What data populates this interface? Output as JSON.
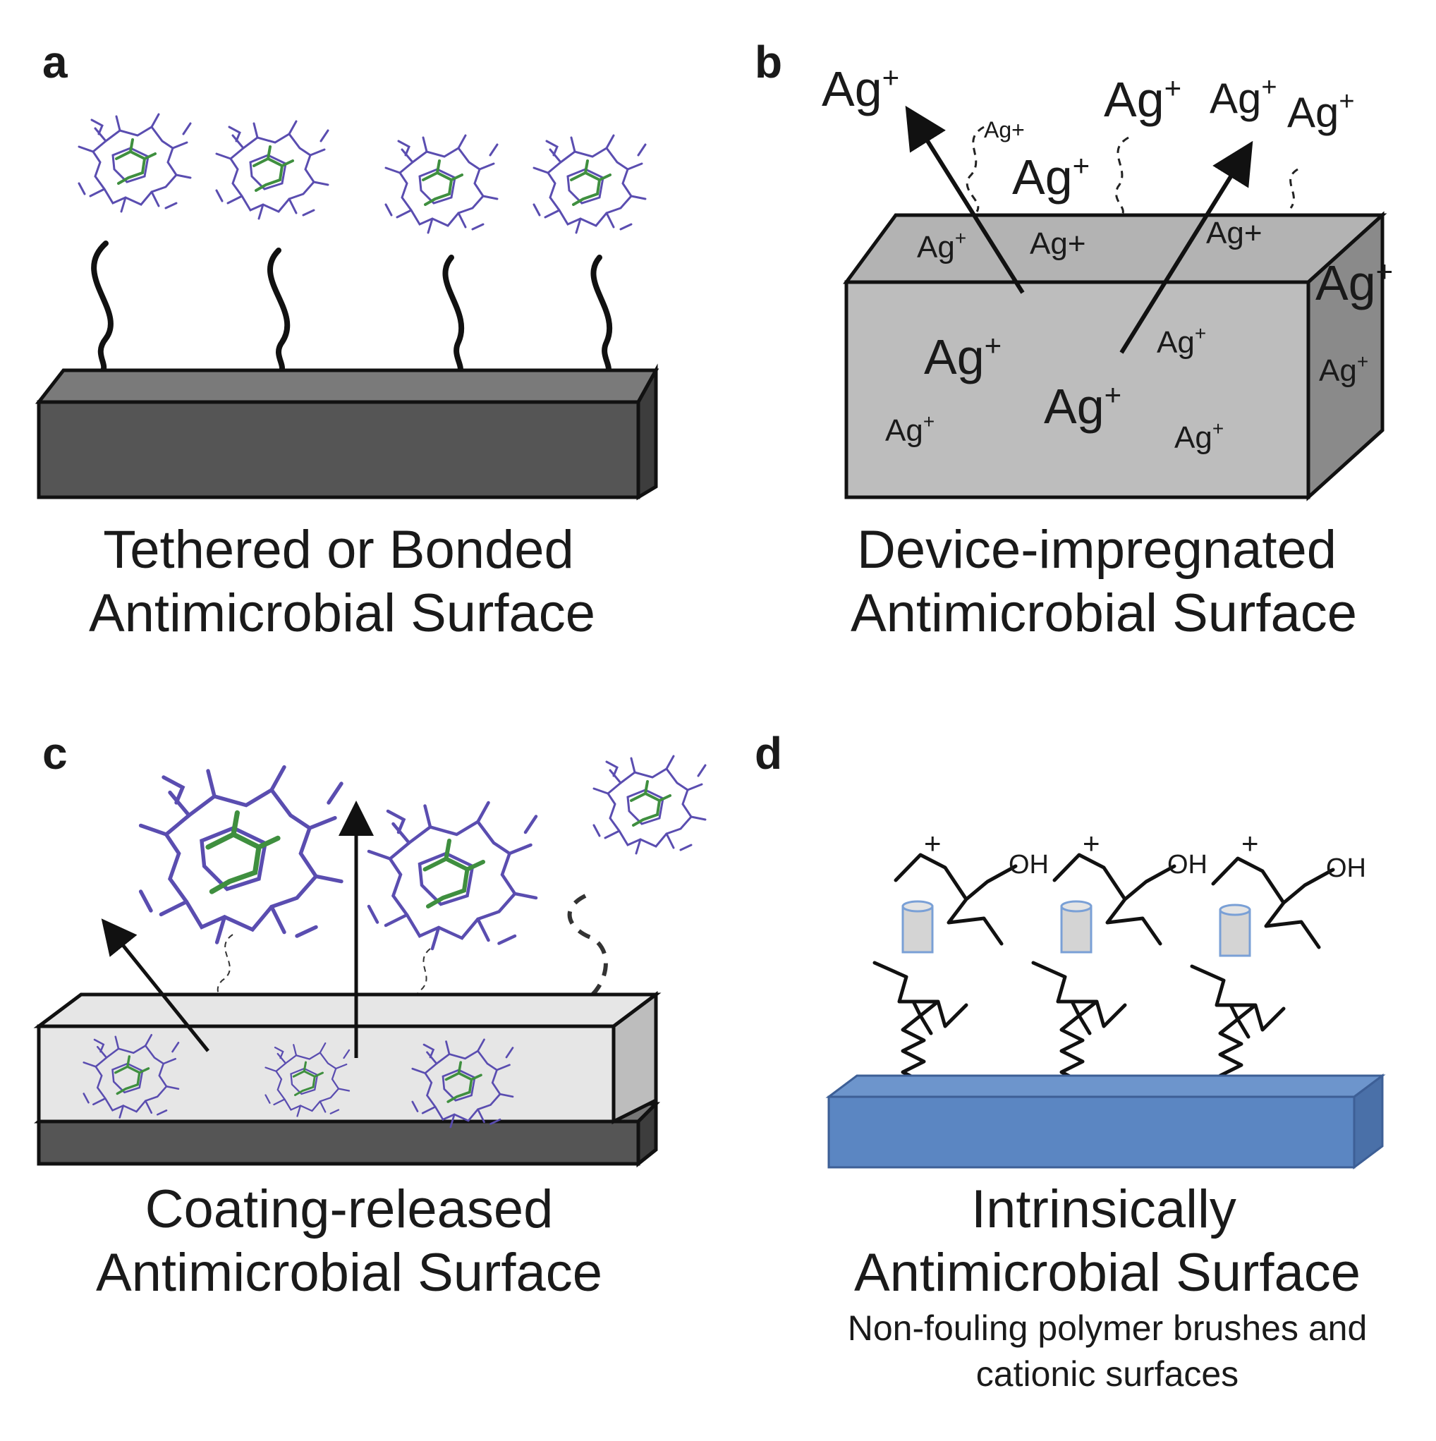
{
  "colors": {
    "slab_dark": "#555555",
    "slab_mid": "#bdbdbd",
    "slab_light": "#e6e6e6",
    "slab_blue": "#5b86c2",
    "molecule_blue": "#5a4db0",
    "molecule_green": "#3f8f3f"
  },
  "panels": {
    "a": {
      "letter": "a",
      "caption_line1": "Tethered or Bonded",
      "caption_line2": "Antimicrobial Surface"
    },
    "b": {
      "letter": "b",
      "caption_line1": "Device-impregnated",
      "caption_line2": "Antimicrobial Surface",
      "ion_base": "Ag",
      "ion_charge": "+",
      "ion_small_label": "Ag+"
    },
    "c": {
      "letter": "c",
      "caption_line1": "Coating-released",
      "caption_line2": "Antimicrobial Surface"
    },
    "d": {
      "letter": "d",
      "caption_line1": "Intrinsically",
      "caption_line2": "Antimicrobial Surface",
      "subcaption_line1": "Non-fouling polymer brushes and",
      "subcaption_line2": "cationic surfaces",
      "charge_label": "+",
      "hydroxyl_label": "OH"
    }
  }
}
